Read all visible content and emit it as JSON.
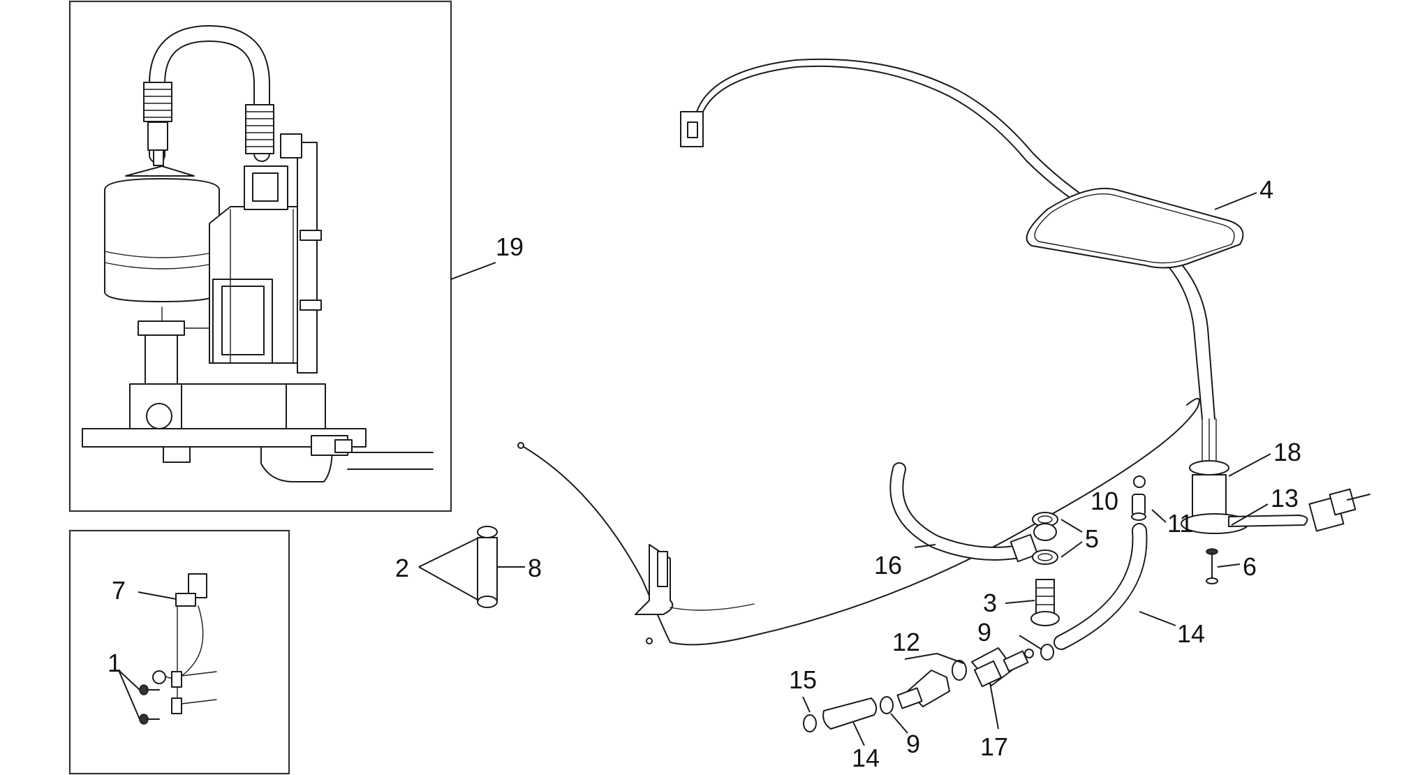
{
  "diagram": {
    "callouts": {
      "c19": "19",
      "c4": "4",
      "c18": "18",
      "c10": "10",
      "c11": "11",
      "c13": "13",
      "c5": "5",
      "c6": "6",
      "c16": "16",
      "c2": "2",
      "c8": "8",
      "c7": "7",
      "c1": "1",
      "c3": "3",
      "c12": "12",
      "c9a": "9",
      "c9b": "9",
      "c14a": "14",
      "c14b": "14",
      "c15": "15",
      "c17": "17"
    }
  }
}
